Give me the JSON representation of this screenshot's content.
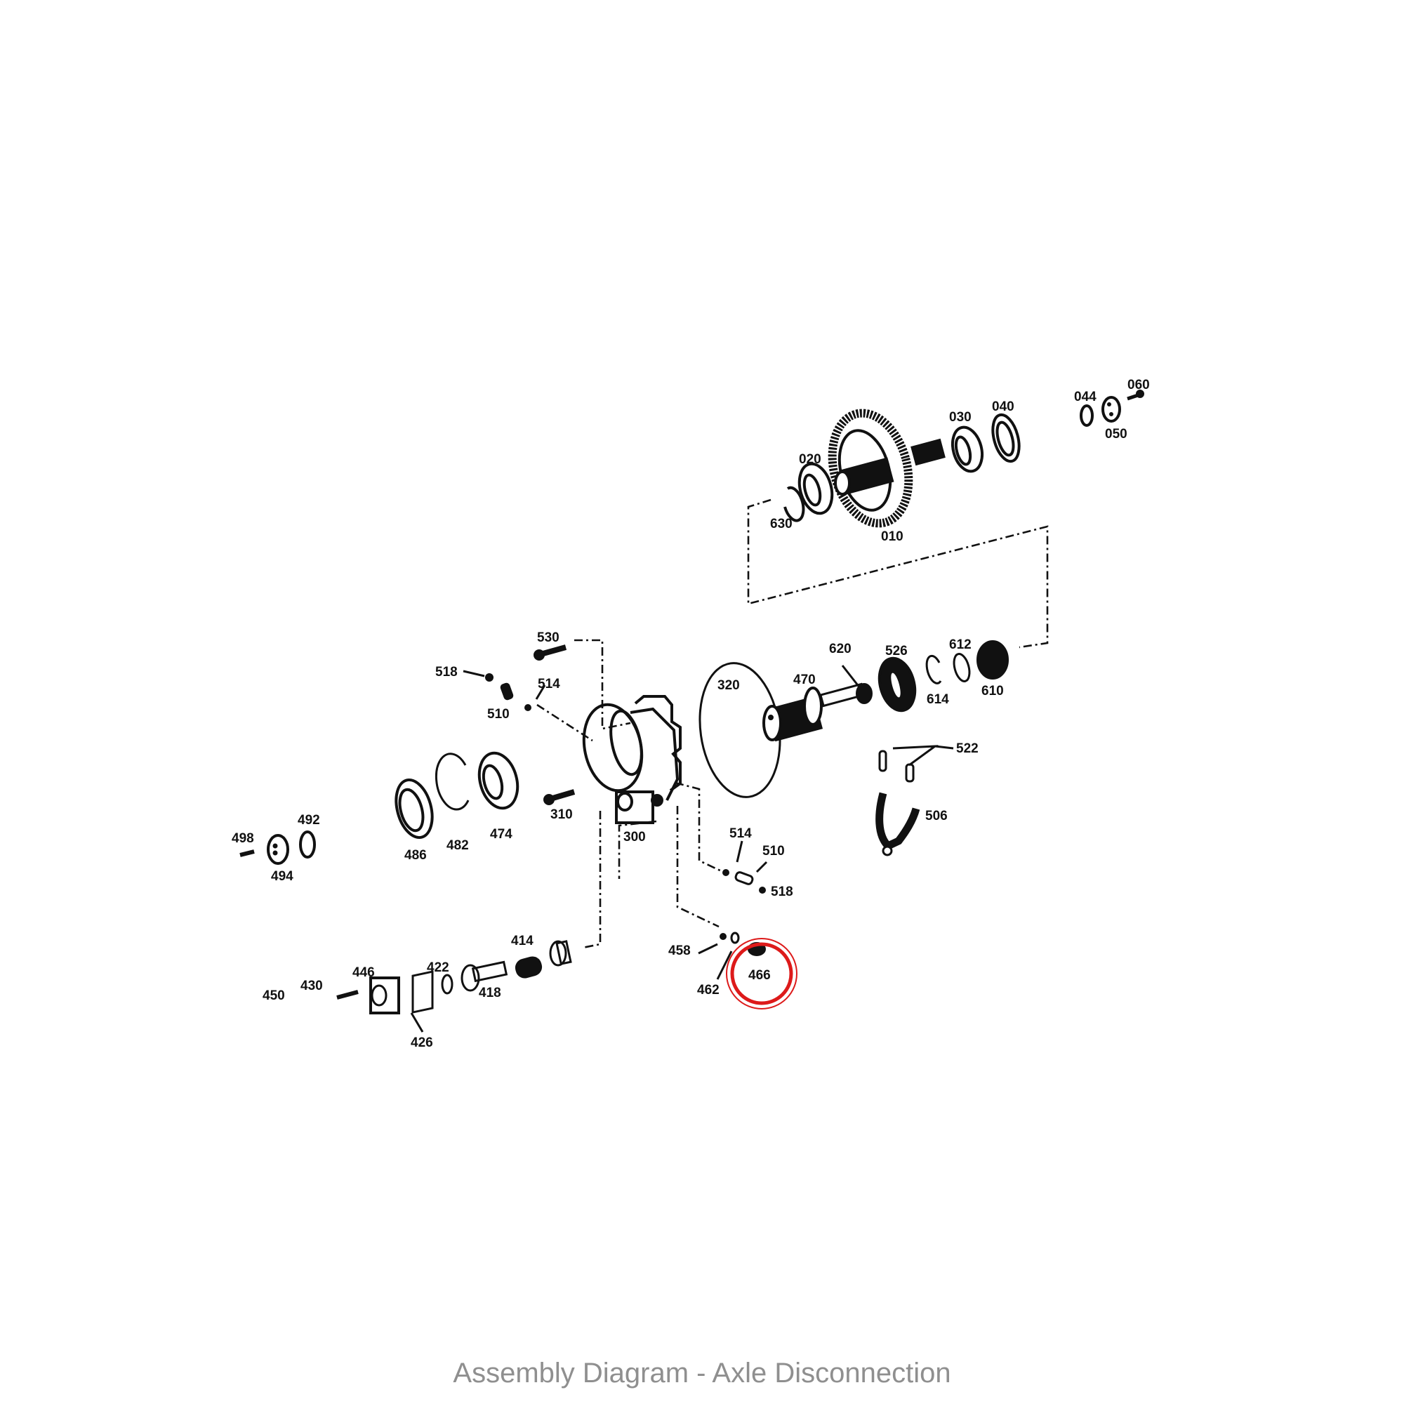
{
  "caption": "Assembly Diagram - Axle Disconnection",
  "highlight": {
    "part": "466",
    "color": "#dd1a1a"
  },
  "parts": {
    "p010": "010",
    "p020": "020",
    "p030": "030",
    "p040": "040",
    "p044": "044",
    "p050": "050",
    "p060": "060",
    "p630": "630",
    "p530": "530",
    "p518a": "518",
    "p514a": "514",
    "p510a": "510",
    "p320": "320",
    "p470": "470",
    "p620": "620",
    "p526": "526",
    "p612": "612",
    "p614": "614",
    "p610": "610",
    "p522": "522",
    "p506": "506",
    "p300": "300",
    "p310": "310",
    "p474": "474",
    "p482": "482",
    "p486": "486",
    "p492": "492",
    "p494": "494",
    "p498": "498",
    "p514b": "514",
    "p510b": "510",
    "p518b": "518",
    "p458": "458",
    "p462": "462",
    "p466": "466",
    "p414": "414",
    "p418": "418",
    "p422": "422",
    "p426": "426",
    "p446": "446",
    "p430": "430",
    "p450": "450"
  }
}
